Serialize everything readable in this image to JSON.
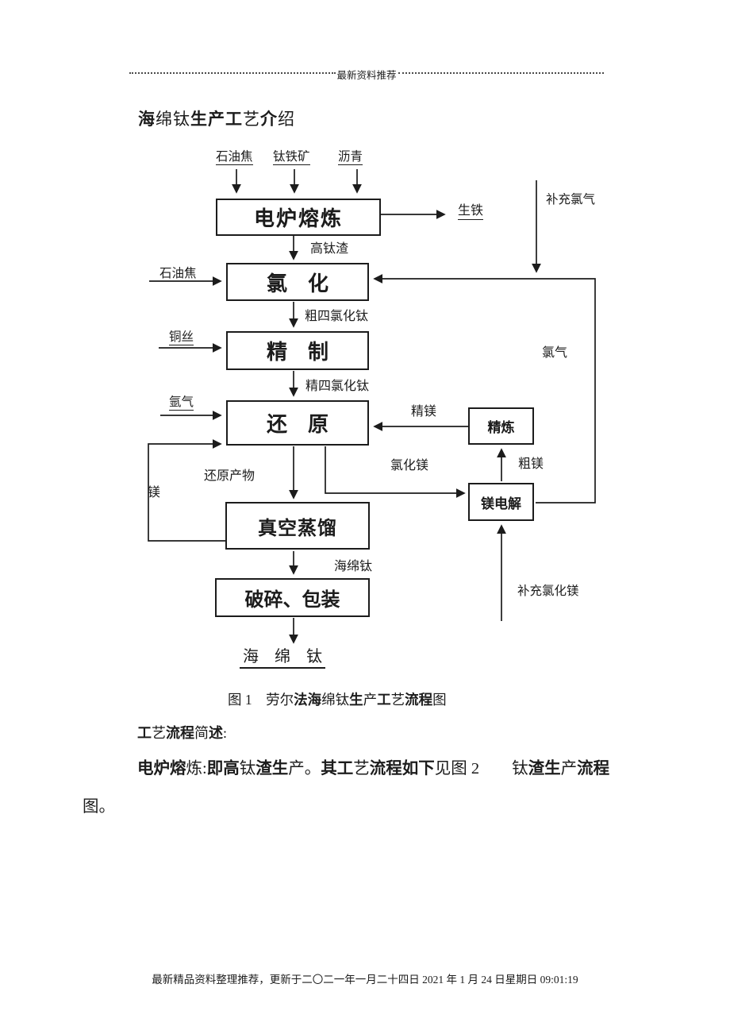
{
  "page": {
    "header_note": "最新资料推荐",
    "footer": "最新精品资料整理推荐，更新于二〇二一年一月二十四日 2021 年 1 月 24 日星期日 09:01:19"
  },
  "title_segments": [
    {
      "t": "海",
      "b": true
    },
    {
      "t": "绵钛",
      "b": false
    },
    {
      "t": "生产工",
      "b": true
    },
    {
      "t": "艺",
      "b": false
    },
    {
      "t": "介",
      "b": true
    },
    {
      "t": "绍",
      "b": false
    }
  ],
  "flow": {
    "boxes": {
      "furnace": "电炉熔炼",
      "chlorination": "氯　化",
      "refining": "精　制",
      "reduction": "还　原",
      "distillation": "真空蒸馏",
      "crushing": "破碎、包装",
      "mg_refining": "精炼",
      "mg_electrolysis": "镁电解"
    },
    "labels": {
      "petcoke_top": "石油焦",
      "ilmenite": "钛铁矿",
      "pitch": "沥青",
      "pig_iron": "生铁",
      "makeup_chlorine": "补充氯气",
      "high_ti_slag": "高钛渣",
      "petcoke_side": "石油焦",
      "crude_ticl4": "粗四氯化钛",
      "copper_wire": "铜丝",
      "refined_ticl4": "精四氯化钛",
      "argon": "氩气",
      "refined_mg": "精镁",
      "chlorine": "氯气",
      "crude_mg": "粗镁",
      "mgcl2": "氯化镁",
      "reduction_product": "还原产物",
      "mg": "镁",
      "ti_sponge": "海绵钛",
      "makeup_mgcl2": "补充氯化镁",
      "output": "海　绵　钛"
    }
  },
  "caption_segments": [
    {
      "t": "图 1　劳尔",
      "b": false
    },
    {
      "t": "法海",
      "b": true
    },
    {
      "t": "绵钛",
      "b": false
    },
    {
      "t": "生",
      "b": true
    },
    {
      "t": "产",
      "b": false
    },
    {
      "t": "工",
      "b": true
    },
    {
      "t": "艺",
      "b": false
    },
    {
      "t": "流程",
      "b": true
    },
    {
      "t": "图",
      "b": false
    }
  ],
  "body1_segments": [
    {
      "t": "工",
      "b": true
    },
    {
      "t": "艺",
      "b": false
    },
    {
      "t": "流程",
      "b": true
    },
    {
      "t": "简",
      "b": false
    },
    {
      "t": "述",
      "b": true
    },
    {
      "t": ":",
      "b": false
    }
  ],
  "body2_segments": [
    {
      "t": "电炉熔",
      "b": true
    },
    {
      "t": "炼:",
      "b": false
    },
    {
      "t": "即高",
      "b": true
    },
    {
      "t": "钛",
      "b": false
    },
    {
      "t": "渣生",
      "b": true
    },
    {
      "t": "产。",
      "b": false
    },
    {
      "t": "其工",
      "b": true
    },
    {
      "t": "艺",
      "b": false
    },
    {
      "t": "流程如下",
      "b": true
    },
    {
      "t": "见图 2　　钛",
      "b": false
    },
    {
      "t": "渣生",
      "b": true
    },
    {
      "t": "产",
      "b": false
    },
    {
      "t": "流程",
      "b": true
    }
  ],
  "body3": "图。",
  "colors": {
    "ink": "#1c1c1c",
    "background": "#ffffff"
  }
}
